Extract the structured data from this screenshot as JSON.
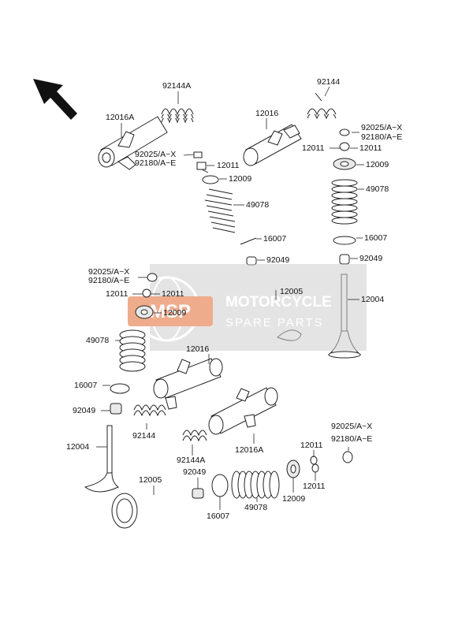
{
  "watermark": {
    "badge": "MSP",
    "line1": "MOTORCYCLE",
    "line2": "SPARE PARTS",
    "badge_color": "#e2692f"
  },
  "labels": {
    "l01": "92144A",
    "l02": "92144",
    "l03": "12016A",
    "l04": "12016",
    "l05": "92025/A~X",
    "l06": "92180/A~E",
    "l07": "12011",
    "l08": "12009",
    "l09": "92025/A~X",
    "l10": "92180/A~E",
    "l11": "12011",
    "l12": "12011",
    "l13": "12009",
    "l14": "49078",
    "l15": "49078",
    "l16": "16007",
    "l17": "16007",
    "l18": "92049",
    "l19": "92049",
    "l20": "12005",
    "l21": "12004",
    "l22": "92025/A~X",
    "l23": "92180/A~E",
    "l24": "12011",
    "l25": "12011",
    "l26": "12009",
    "l27": "49078",
    "l28": "12016",
    "l29": "16007",
    "l30": "92049",
    "l31": "92144",
    "l32": "12004",
    "l33": "92144A",
    "l34": "12016A",
    "l35": "92049",
    "l36": "92025/A~X",
    "l37": "92180/A~E",
    "l38": "12011",
    "l39": "12011",
    "l40": "12005",
    "l41": "16007",
    "l42": "49078",
    "l43": "12009"
  }
}
